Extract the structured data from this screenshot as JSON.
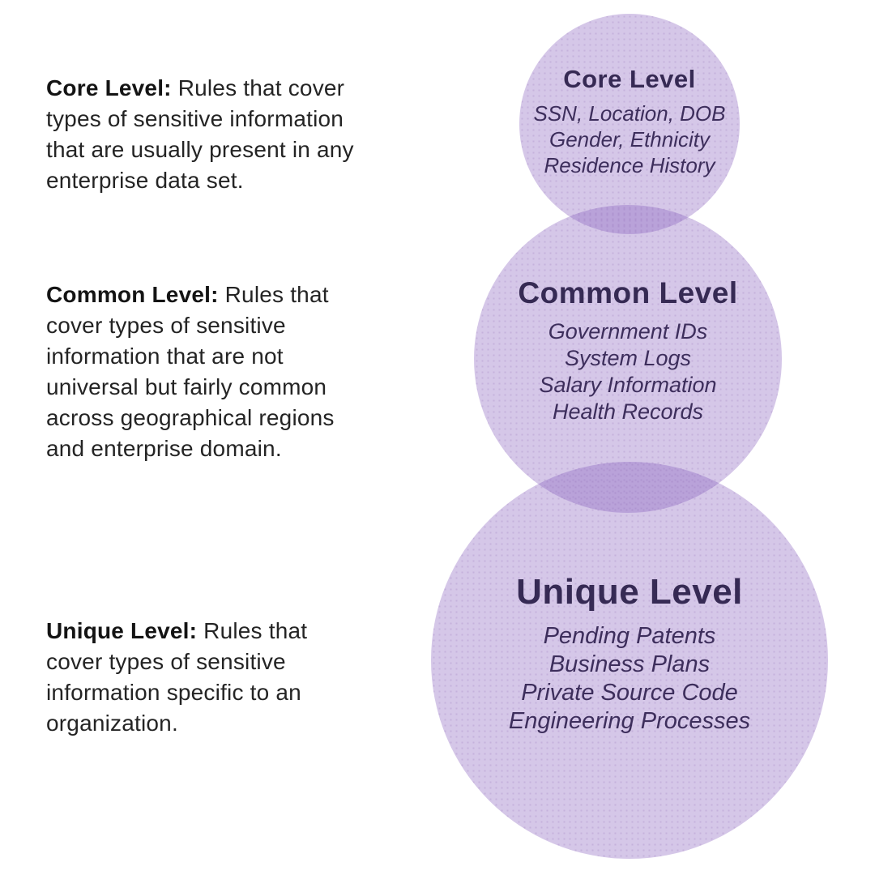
{
  "diagram": {
    "background_color": "#ffffff",
    "colors": {
      "circle_fill": "rgba(135,95,189,0.35)",
      "circle_overlap": "#b5a2d2",
      "circle_single": "#d5c7e8",
      "title_text": "#362a54",
      "item_text": "#3d2e5c",
      "lead_text": "#141414",
      "body_text": "#242424"
    },
    "descriptions": [
      {
        "lead": "Core Level:",
        "body": "Rules that cover types of sensitive information that are usually present in any enterprise data set."
      },
      {
        "lead": "Common Level:",
        "body": "Rules that cover types of sensitive information that are not universal but fairly common across geographical regions and enterprise domain."
      },
      {
        "lead": "Unique Level:",
        "body": "Rules that cover types of sensitive information specific to an organization."
      }
    ],
    "circles": [
      {
        "title": "Core Level",
        "items": [
          "SSN, Location, DOB",
          "Gender, Ethnicity",
          "Residence History"
        ]
      },
      {
        "title": "Common Level",
        "items": [
          "Government IDs",
          "System Logs",
          "Salary Information",
          "Health Records"
        ]
      },
      {
        "title": "Unique Level",
        "items": [
          "Pending Patents",
          "Business Plans",
          "Private Source Code",
          "Engineering Processes"
        ]
      }
    ]
  }
}
